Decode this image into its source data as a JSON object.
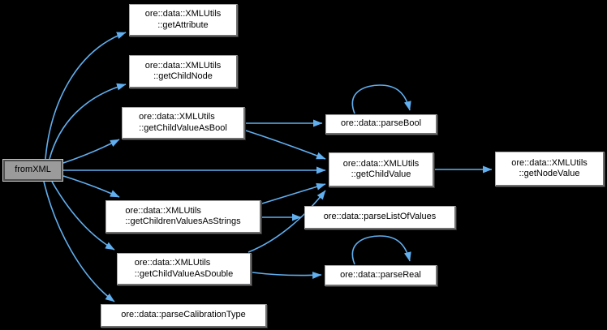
{
  "diagram": {
    "type": "call-graph",
    "background_color": "#000000",
    "edge_color": "#61afef",
    "node_fill": "#ffffff",
    "node_border": "#a9a9a9",
    "focus_node_fill": "#9b9b9b",
    "node_text_color": "#000000",
    "focus_node": "fromXML"
  },
  "nodes": [
    {
      "id": "fromXML",
      "line1": "fromXML",
      "focus": true
    },
    {
      "id": "getAttribute",
      "line1": "ore::data::XMLUtils",
      "line2": "::getAttribute"
    },
    {
      "id": "getChildNode",
      "line1": "ore::data::XMLUtils",
      "line2": "::getChildNode"
    },
    {
      "id": "getChildValueAsBool",
      "line1": "ore::data::XMLUtils",
      "line2": "::getChildValueAsBool"
    },
    {
      "id": "parseBool",
      "line1": "ore::data::parseBool",
      "recursive": true
    },
    {
      "id": "getChildValue",
      "line1": "ore::data::XMLUtils",
      "line2": "::getChildValue"
    },
    {
      "id": "getNodeValue",
      "line1": "ore::data::XMLUtils",
      "line2": "::getNodeValue"
    },
    {
      "id": "getChildrenValuesAsStrings",
      "line1": "ore::data::XMLUtils",
      "line2": "::getChildrenValuesAsStrings"
    },
    {
      "id": "parseListOfValues",
      "line1": "ore::data::parseListOfValues"
    },
    {
      "id": "getChildValueAsDouble",
      "line1": "ore::data::XMLUtils",
      "line2": "::getChildValueAsDouble"
    },
    {
      "id": "parseReal",
      "line1": "ore::data::parseReal",
      "recursive": true
    },
    {
      "id": "parseCalibrationType",
      "line1": "ore::data::parseCalibrationType"
    }
  ],
  "edges": [
    {
      "from": "fromXML",
      "to": "ore::data::XMLUtils::getAttribute"
    },
    {
      "from": "fromXML",
      "to": "ore::data::XMLUtils::getChildNode"
    },
    {
      "from": "fromXML",
      "to": "ore::data::XMLUtils::getChildValueAsBool"
    },
    {
      "from": "fromXML",
      "to": "ore::data::XMLUtils::getChildValue"
    },
    {
      "from": "fromXML",
      "to": "ore::data::XMLUtils::getChildrenValuesAsStrings"
    },
    {
      "from": "fromXML",
      "to": "ore::data::XMLUtils::getChildValueAsDouble"
    },
    {
      "from": "fromXML",
      "to": "ore::data::parseCalibrationType"
    },
    {
      "from": "ore::data::XMLUtils::getChildValueAsBool",
      "to": "ore::data::parseBool"
    },
    {
      "from": "ore::data::XMLUtils::getChildValueAsBool",
      "to": "ore::data::XMLUtils::getChildValue"
    },
    {
      "from": "ore::data::XMLUtils::getChildValue",
      "to": "ore::data::XMLUtils::getNodeValue"
    },
    {
      "from": "ore::data::XMLUtils::getChildrenValuesAsStrings",
      "to": "ore::data::XMLUtils::getChildValue"
    },
    {
      "from": "ore::data::XMLUtils::getChildrenValuesAsStrings",
      "to": "ore::data::parseListOfValues"
    },
    {
      "from": "ore::data::XMLUtils::getChildValueAsDouble",
      "to": "ore::data::XMLUtils::getChildValue"
    },
    {
      "from": "ore::data::XMLUtils::getChildValueAsDouble",
      "to": "ore::data::parseReal"
    },
    {
      "from": "ore::data::parseBool",
      "to": "ore::data::parseBool"
    },
    {
      "from": "ore::data::parseReal",
      "to": "ore::data::parseReal"
    }
  ]
}
